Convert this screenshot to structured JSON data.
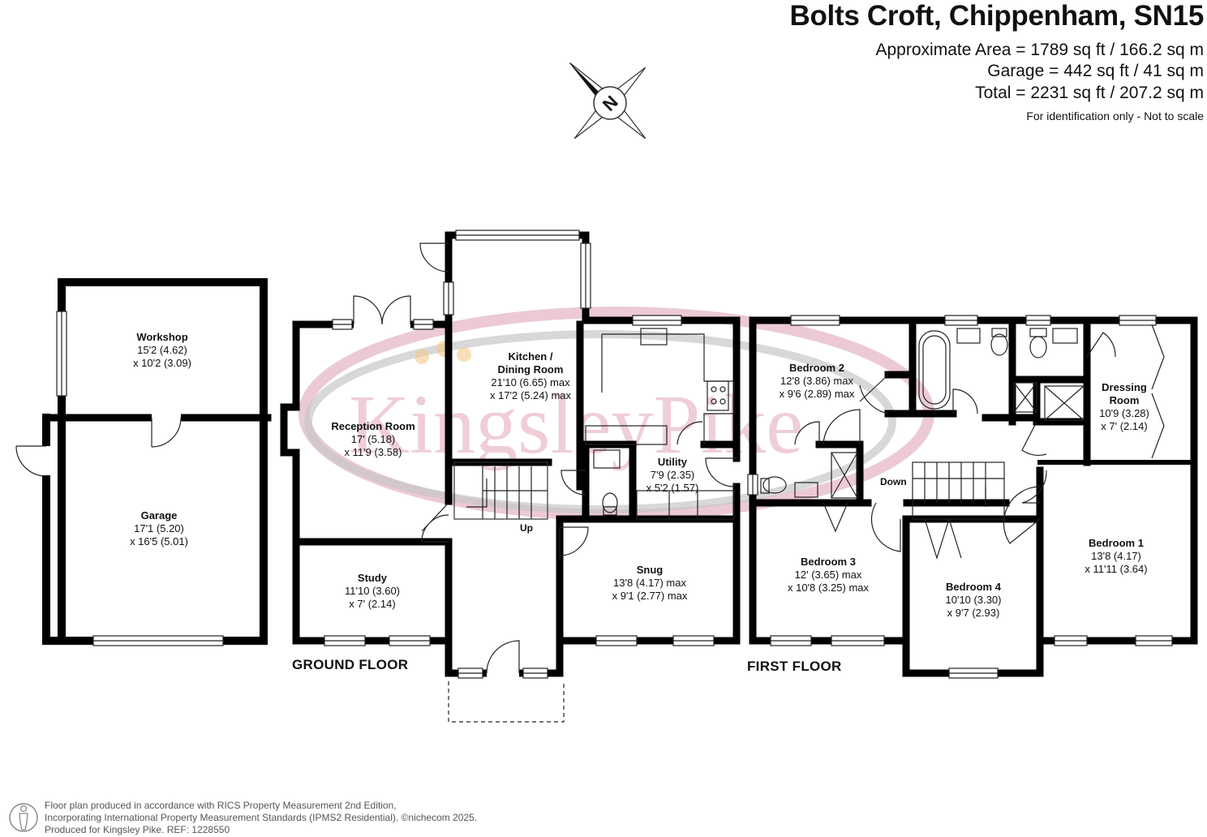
{
  "header": {
    "title": "Bolts Croft, Chippenham, SN15",
    "area": "Approximate Area = 1789 sq ft / 166.2 sq m",
    "garage": "Garage = 442 sq ft / 41 sq m",
    "total": "Total = 2231 sq ft / 207.2 sq m",
    "note": "For identification only - Not to scale"
  },
  "compass": {
    "label": "N"
  },
  "watermark": {
    "text": "KingsleyPike"
  },
  "outbuilding": {
    "workshop": {
      "name": "Workshop",
      "dim1": "15'2 (4.62)",
      "dim2": "x 10'2 (3.09)"
    },
    "garage": {
      "name": "Garage",
      "dim1": "17'1 (5.20)",
      "dim2": "x 16'5 (5.01)"
    }
  },
  "ground_floor": {
    "label": "GROUND FLOOR",
    "up_label": "Up",
    "kitchen": {
      "name1": "Kitchen /",
      "name2": "Dining Room",
      "dim1": "21'10 (6.65) max",
      "dim2": "x 17'2 (5.24) max"
    },
    "reception": {
      "name": "Reception Room",
      "dim1": "17' (5.18)",
      "dim2": "x 11'9 (3.58)"
    },
    "utility": {
      "name": "Utility",
      "dim1": "7'9 (2.35)",
      "dim2": "x 5'2 (1.57)"
    },
    "study": {
      "name": "Study",
      "dim1": "11'10 (3.60)",
      "dim2": "x 7' (2.14)"
    },
    "snug": {
      "name": "Snug",
      "dim1": "13'8 (4.17) max",
      "dim2": "x 9'1 (2.77) max"
    }
  },
  "first_floor": {
    "label": "FIRST FLOOR",
    "down_label": "Down",
    "bedroom2": {
      "name": "Bedroom 2",
      "dim1": "12'8 (3.86) max",
      "dim2": "x 9'6 (2.89) max"
    },
    "dressing": {
      "name1": "Dressing",
      "name2": "Room",
      "dim1": "10'9 (3.28)",
      "dim2": "x 7' (2.14)"
    },
    "bedroom1": {
      "name": "Bedroom 1",
      "dim1": "13'8 (4.17)",
      "dim2": "x 11'11 (3.64)"
    },
    "bedroom3": {
      "name": "Bedroom 3",
      "dim1": "12' (3.65) max",
      "dim2": "x 10'8 (3.25) max"
    },
    "bedroom4": {
      "name": "Bedroom 4",
      "dim1": "10'10 (3.30)",
      "dim2": "x 9'7 (2.93)"
    }
  },
  "footer": {
    "line1": "Floor plan produced in accordance with RICS Property Measurement 2nd Edition,",
    "line2": "Incorporating International Property Measurement Standards (IPMS2 Residential).  ©nichecom 2025.",
    "line3": "Produced for Kingsley Pike.   REF: 1228550"
  }
}
